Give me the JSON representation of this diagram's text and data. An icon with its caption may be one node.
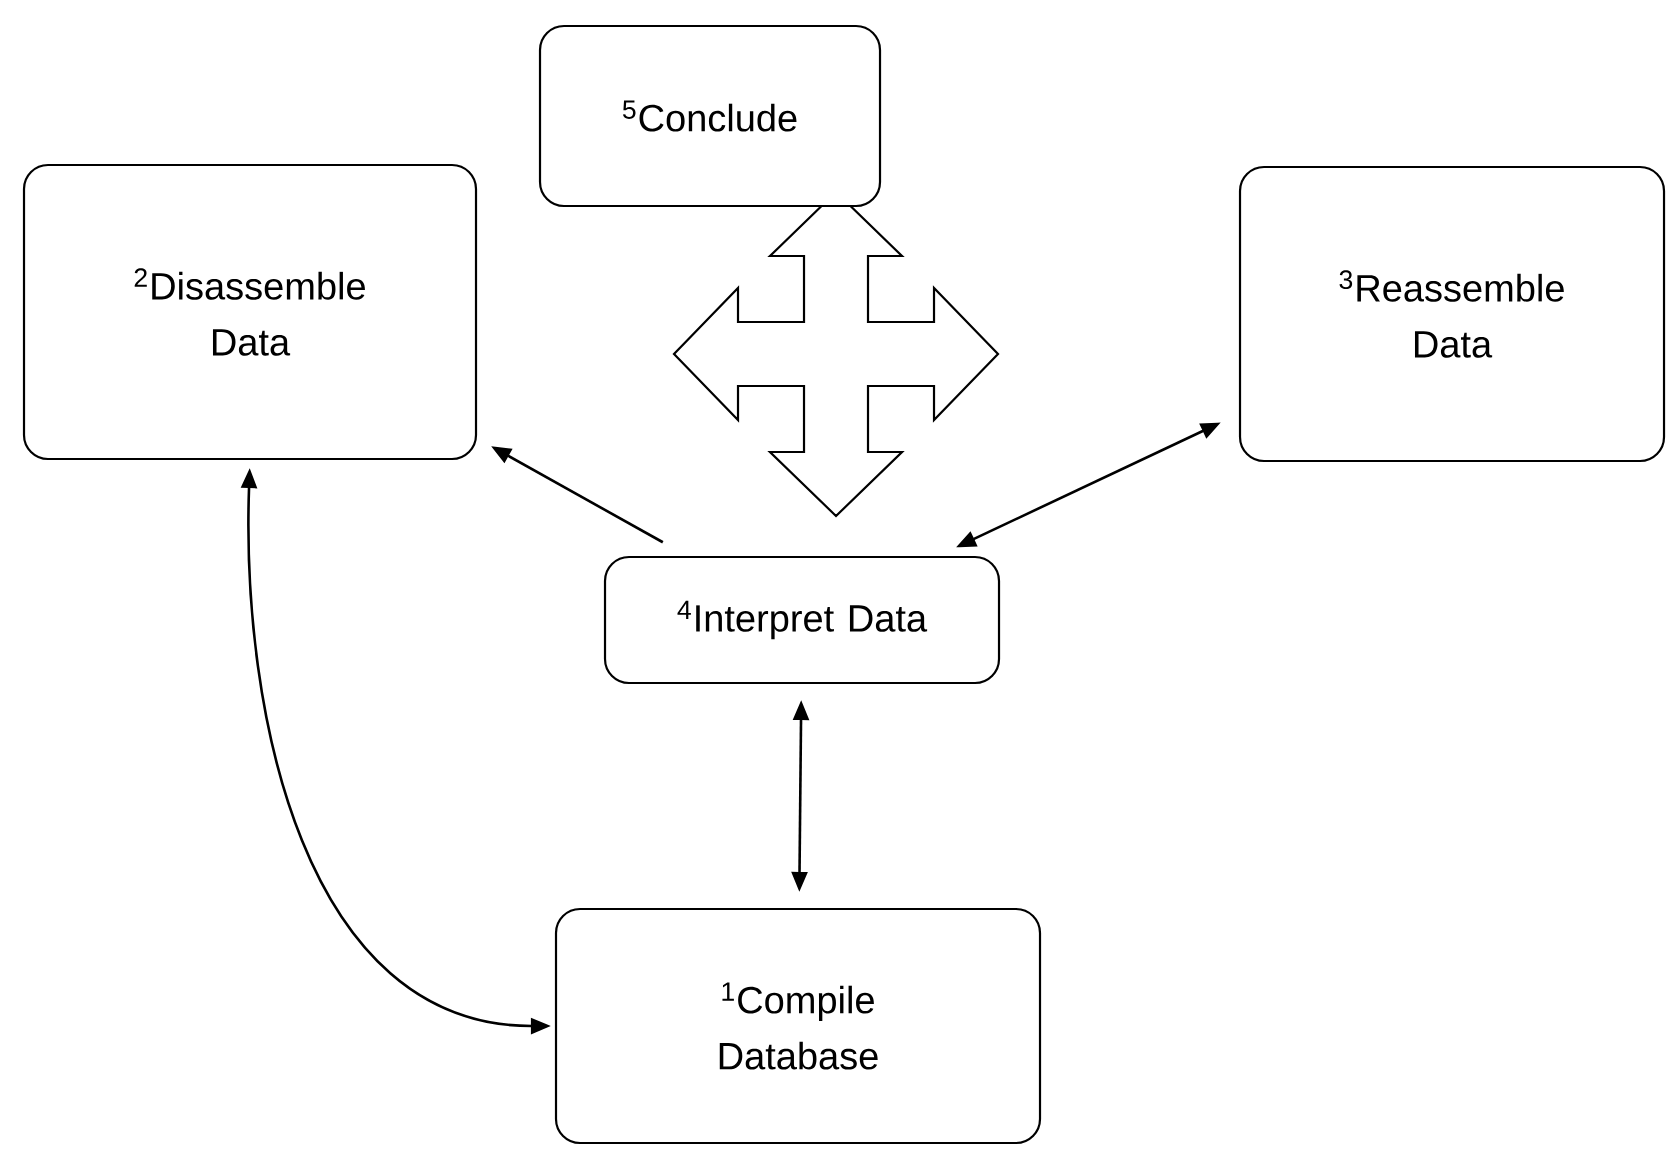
{
  "diagram": {
    "nodes": [
      {
        "text": [
          "$^{5}$Conclude"
        ]
      },
      {
        "text": [
          "$^{2}$Disassemble Data"
        ]
      },
      {
        "text": [
          "$^{3}$Reassemble Data"
        ]
      },
      {
        "text": [
          "$^{4}$Interpret Data"
        ]
      },
      {
        "text": [
          "$^{1}$Compile Database"
        ]
      }
    ],
    "edges": [
      {
        "from": 3,
        "to": 1,
        "arrow": "to"
      },
      {
        "from": 3,
        "to": 2,
        "arrow": "both"
      },
      {
        "from": 3,
        "to": 4,
        "arrow": "both"
      },
      {
        "from": 1,
        "to": 4,
        "arrow": "both"
      }
    ]
  }
}
